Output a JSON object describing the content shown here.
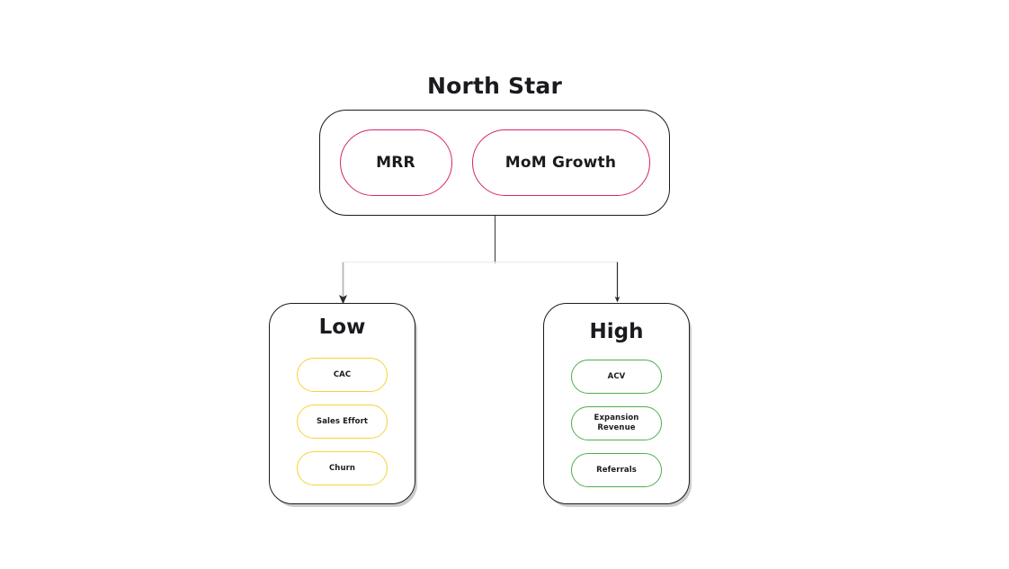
{
  "diagram": {
    "title": "North Star",
    "type": "hierarchy-flowchart",
    "colors": {
      "north_star_pill_border": "#d6246e",
      "low_pill_border": "#f5d33a",
      "high_pill_border": "#4caf50",
      "container_border": "#1b1b1f",
      "connector": "#3a3a3a",
      "background": "#ffffff"
    },
    "north_star": {
      "label": "North Star",
      "metrics": [
        {
          "label": "MRR"
        },
        {
          "label": "MoM Growth"
        }
      ]
    },
    "branches": [
      {
        "heading": "Low",
        "metrics": [
          {
            "line1": "CAC",
            "line2": ""
          },
          {
            "line1": "Sales Effort",
            "line2": ""
          },
          {
            "line1": "Churn",
            "line2": ""
          }
        ]
      },
      {
        "heading": "High",
        "metrics": [
          {
            "line1": "ACV",
            "line2": ""
          },
          {
            "line1": "Expansion",
            "line2": "Revenue"
          },
          {
            "line1": "Referrals",
            "line2": ""
          }
        ]
      }
    ],
    "connectors": {
      "stem": "north-star-to-branch",
      "left_arrow": "branch-to-low",
      "right_arrow": "branch-to-high"
    }
  }
}
